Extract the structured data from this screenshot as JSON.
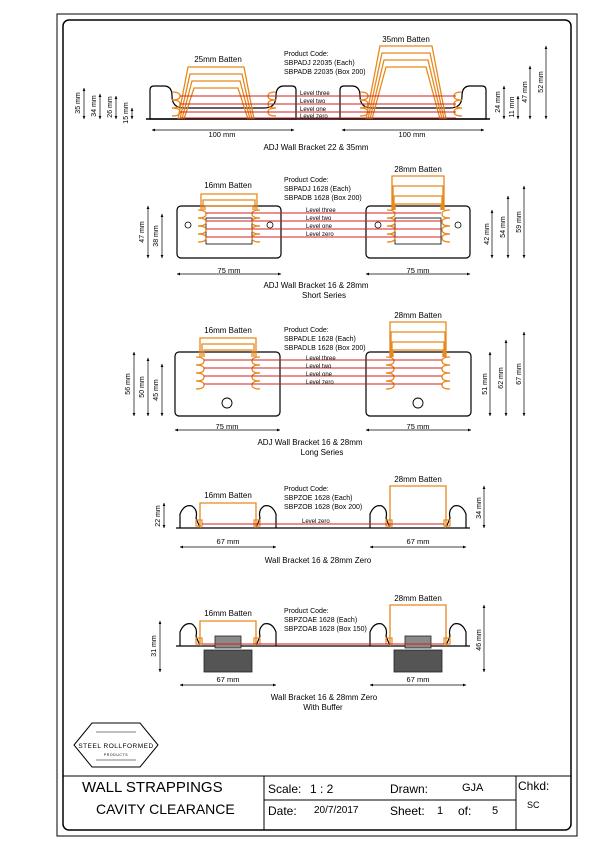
{
  "sections": [
    {
      "caption": [
        "ADJ Wall Bracket 22 & 35mm"
      ],
      "left_batten": "25mm Batten",
      "right_batten": "35mm Batten",
      "product": [
        "Product Code:",
        "SBPADJ 22035 (Each)",
        "SBPADB 22035 (Box 200)"
      ],
      "levels": [
        "Level three",
        "Level two",
        "Level one",
        "Level zero"
      ],
      "left_width": "100 mm",
      "right_width": "100 mm",
      "left_dims": [
        "35 mm",
        "34 mm",
        "26 mm",
        "15 mm"
      ],
      "right_dims": [
        "24 mm",
        "11 mm",
        "47 mm",
        "52 mm"
      ]
    },
    {
      "caption": [
        "ADJ Wall Bracket 16 & 28mm",
        "Short Series"
      ],
      "left_batten": "16mm Batten",
      "right_batten": "28mm Batten",
      "product": [
        "Product Code:",
        "SBPADJ 1628 (Each)",
        "SBPADB 1628 (Box 200)"
      ],
      "levels": [
        "Level three",
        "Level two",
        "Level one",
        "Level zero"
      ],
      "left_width": "75 mm",
      "right_width": "75 mm",
      "left_dims": [
        "47 mm",
        "38 mm"
      ],
      "right_dims": [
        "42 mm",
        "54 mm",
        "59 mm"
      ]
    },
    {
      "caption": [
        "ADJ Wall Bracket 16 & 28mm",
        "Long Series"
      ],
      "left_batten": "16mm Batten",
      "right_batten": "28mm Batten",
      "product": [
        "Product Code:",
        "SBPADLE 1628 (Each)",
        "SBPADLB 1628 (Box 200)"
      ],
      "levels": [
        "Level three",
        "Level two",
        "Level one",
        "Level zero"
      ],
      "left_width": "75 mm",
      "right_width": "75 mm",
      "left_dims": [
        "56 mm",
        "50 mm",
        "45 mm"
      ],
      "right_dims": [
        "51 mm",
        "62 mm",
        "67 mm"
      ]
    },
    {
      "caption": [
        "Wall Bracket 16 & 28mm Zero"
      ],
      "left_batten": "16mm Batten",
      "right_batten": "28mm Batten",
      "product": [
        "Product Code:",
        "SBPZOE 1628 (Each)",
        "SBPZOB 1628 (Box 200)"
      ],
      "levels": [
        "Level zero"
      ],
      "left_width": "67 mm",
      "right_width": "67 mm",
      "left_dims": [
        "22 mm"
      ],
      "right_dims": [
        "34 mm"
      ]
    },
    {
      "caption": [
        "Wall Bracket 16 & 28mm Zero",
        "With Buffer"
      ],
      "left_batten": "16mm Batten",
      "right_batten": "28mm Batten",
      "product": [
        "Product Code:",
        "SBPZOAE 1628 (Each)",
        "SBPZOAB 1628 (Box 150)"
      ],
      "levels": [],
      "left_width": "67 mm",
      "right_width": "67 mm",
      "left_dims": [
        "31 mm"
      ],
      "right_dims": [
        "46 mm"
      ]
    }
  ],
  "logo": {
    "line1": "STEEL ROLLFORMED",
    "line2": "PRODUCTS"
  },
  "title": {
    "line1": "WALL STRAPPINGS",
    "line2": "CAVITY CLEARANCE"
  },
  "scale_label": "Scale:",
  "scale_value": "1 : 2",
  "date_label": "Date:",
  "date_value": "20/7/2017",
  "drawn_label": "Drawn:",
  "drawn_value": "GJA",
  "sheet_label": "Sheet:",
  "sheet_value": "1",
  "of_label": "of:",
  "of_value": "5",
  "checked_label": "Chkd:",
  "checked_value": "SC",
  "colors": {
    "orange": "#e8891c",
    "red": "#d21f1f",
    "buffer": "#555555"
  }
}
